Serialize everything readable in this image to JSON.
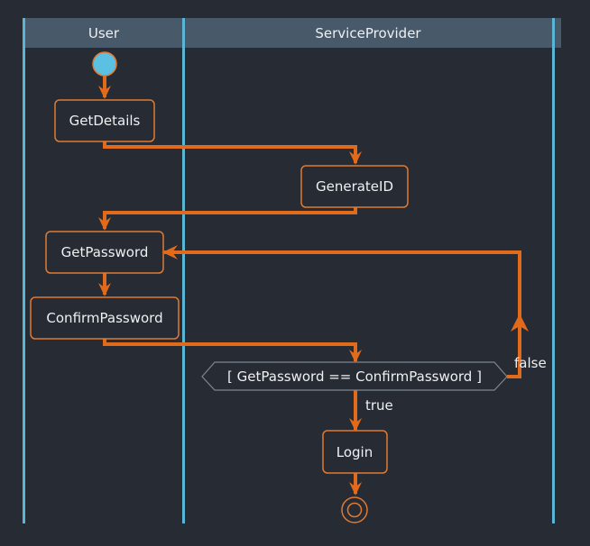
{
  "diagram": {
    "type": "uml-activity-swimlane",
    "colors": {
      "background": "#272b33",
      "lane_header": "#48596a",
      "lane_border": "#5bb6d6",
      "edge": "#e26a1b",
      "node_border": "#e07a32",
      "start_fill": "#5bc0e2",
      "decision_border": "#7c8791",
      "text": "#eef0f2"
    },
    "lanes": [
      {
        "id": "user",
        "title": "User"
      },
      {
        "id": "sp",
        "title": "ServiceProvider"
      }
    ],
    "nodes": [
      {
        "id": "start",
        "kind": "initial",
        "lane": "user"
      },
      {
        "id": "getdetails",
        "kind": "action",
        "lane": "user",
        "label": "GetDetails"
      },
      {
        "id": "generateid",
        "kind": "action",
        "lane": "sp",
        "label": "GenerateID"
      },
      {
        "id": "getpassword",
        "kind": "action",
        "lane": "user",
        "label": "GetPassword"
      },
      {
        "id": "confirmpassword",
        "kind": "action",
        "lane": "user",
        "label": "ConfirmPassword"
      },
      {
        "id": "decision",
        "kind": "decision",
        "lane": "sp",
        "label": "[ GetPassword == ConfirmPassword ]"
      },
      {
        "id": "login",
        "kind": "action",
        "lane": "sp",
        "label": "Login"
      },
      {
        "id": "end",
        "kind": "final",
        "lane": "sp"
      }
    ],
    "edges": [
      {
        "from": "start",
        "to": "getdetails",
        "label": ""
      },
      {
        "from": "getdetails",
        "to": "generateid",
        "label": ""
      },
      {
        "from": "generateid",
        "to": "getpassword",
        "label": ""
      },
      {
        "from": "getpassword",
        "to": "confirmpassword",
        "label": ""
      },
      {
        "from": "confirmpassword",
        "to": "decision",
        "label": ""
      },
      {
        "from": "decision",
        "to": "login",
        "label": "true"
      },
      {
        "from": "decision",
        "to": "getpassword",
        "label": "false"
      },
      {
        "from": "login",
        "to": "end",
        "label": ""
      }
    ]
  }
}
